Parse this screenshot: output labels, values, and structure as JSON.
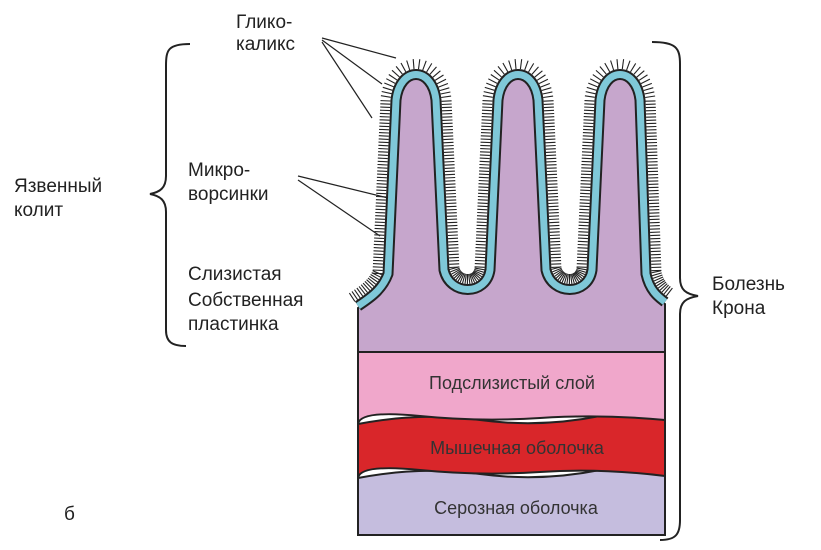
{
  "labels": {
    "glycocalyx_1": "Глико-",
    "glycocalyx_2": "каликс",
    "microvilli_1": "Микро-",
    "microvilli_2": "ворсинки",
    "ulcerative_colitis_1": "Язвенный",
    "ulcerative_colitis_2": "колит",
    "mucosa": "Слизистая",
    "lamina_propria_1": "Собственная",
    "lamina_propria_2": "пластинка",
    "crohn_1": "Болезнь",
    "crohn_2": "Крона",
    "panel_letter": "б"
  },
  "layers": {
    "submucosa": "Подслизистый слой",
    "muscularis": "Мышечная оболочка",
    "serosa": "Серозная оболочка"
  },
  "colors": {
    "mucosa_fill": "#c6a6cc",
    "epithelium": "#7fc8d8",
    "submucosa_fill": "#f0a7cb",
    "muscularis_fill": "#d9262a",
    "serosa_fill": "#c5bdde",
    "outline": "#222222"
  }
}
